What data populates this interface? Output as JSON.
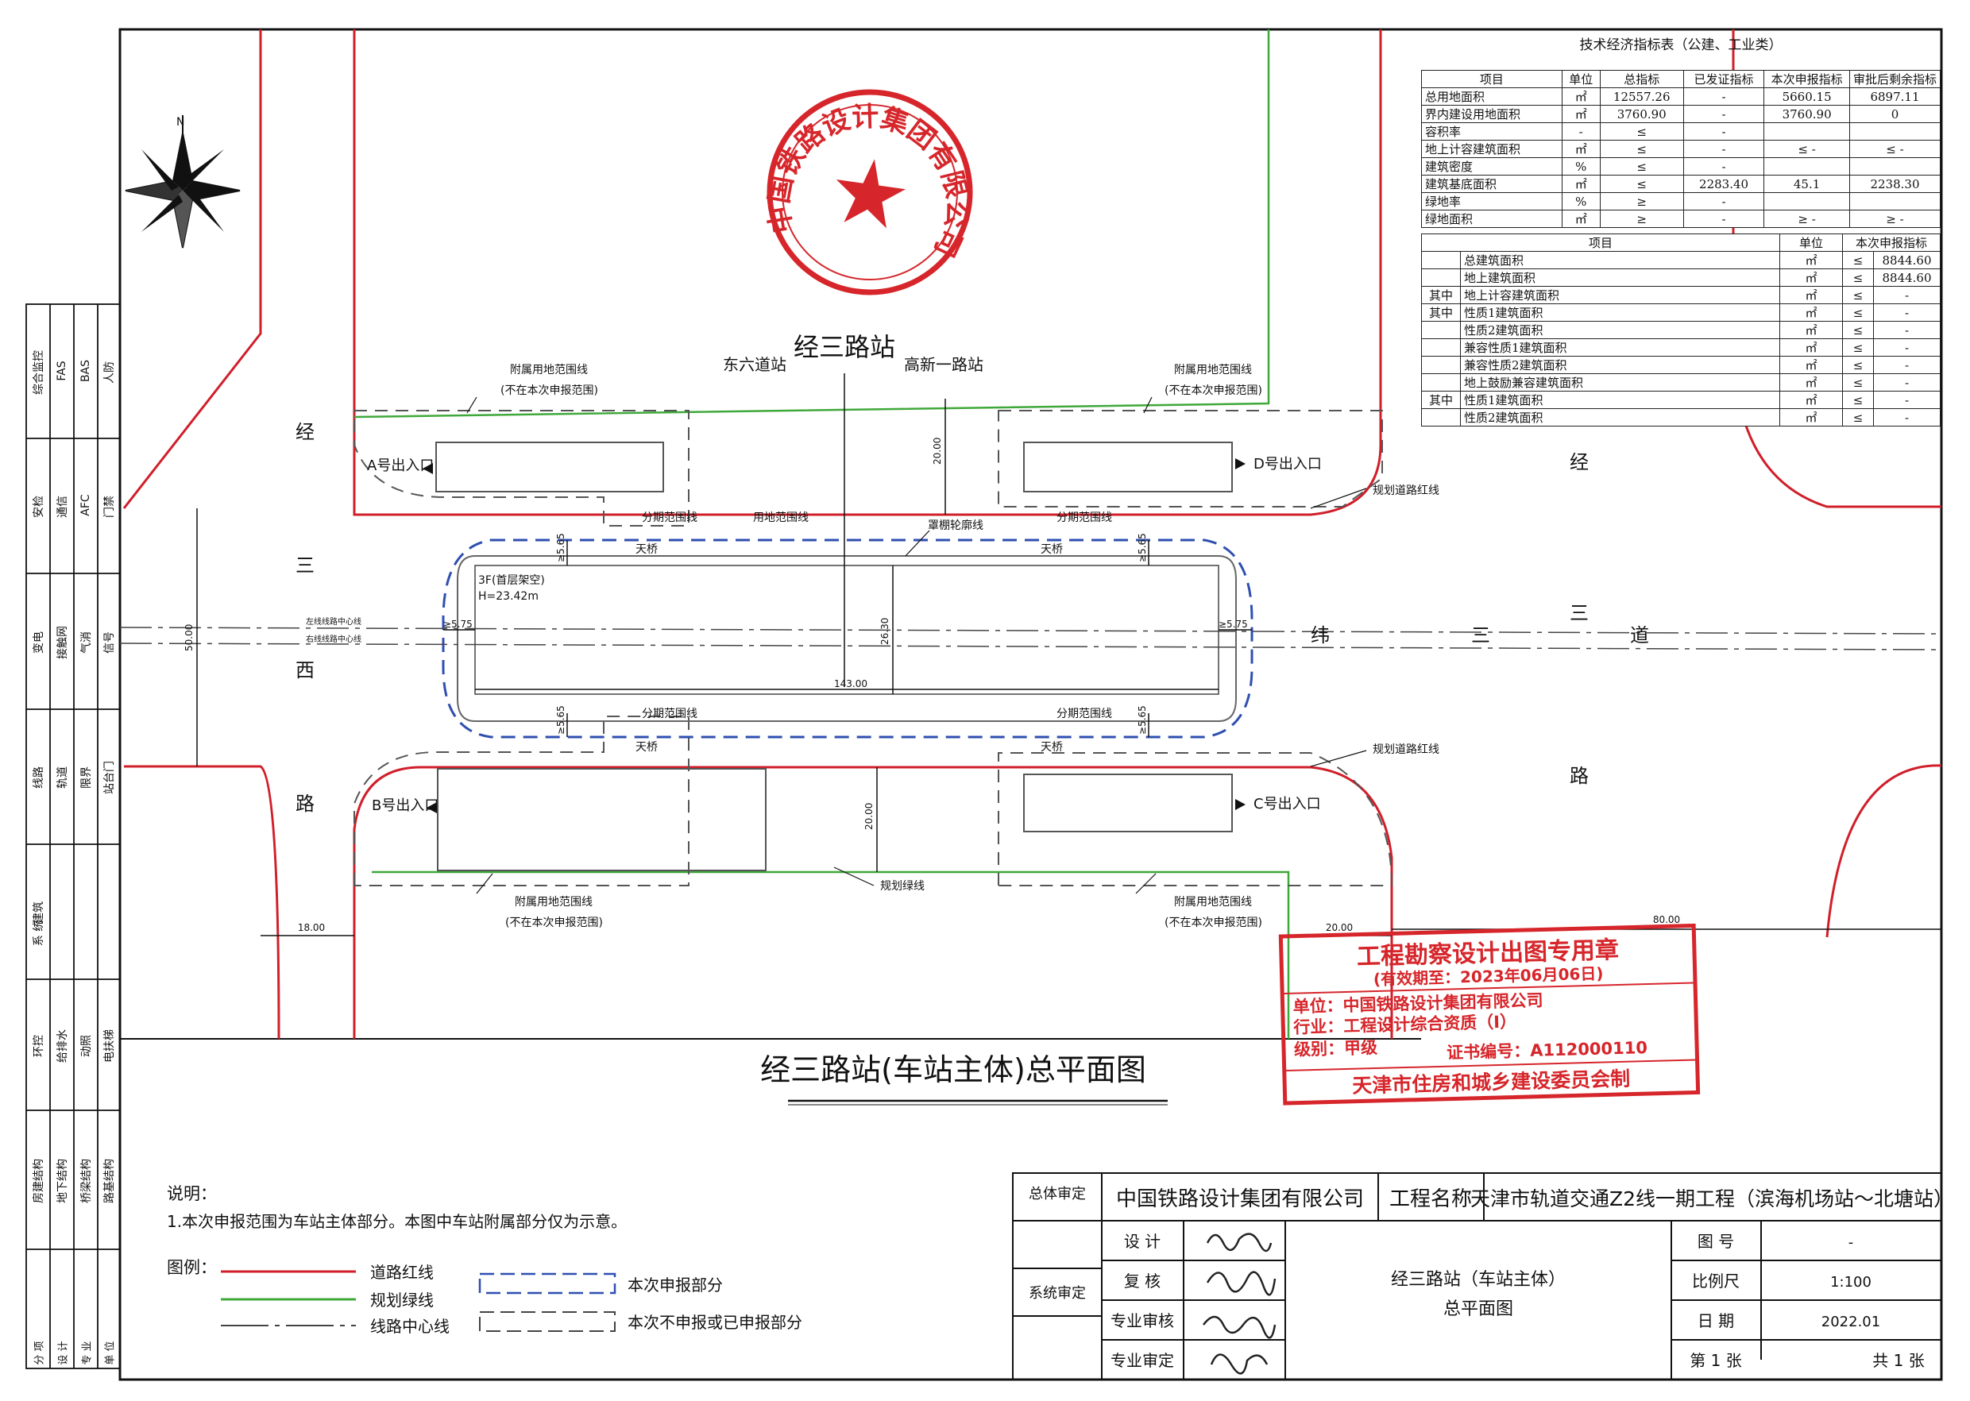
{
  "drawing": {
    "title": "经三路站(车站主体)总平面图",
    "station_name": "经三路站",
    "prev_station": "东六道站",
    "next_station": "高新一路站"
  },
  "roads": {
    "west_road_chars": [
      "经",
      "三",
      "西",
      "路"
    ],
    "east_road_chars": [
      "经",
      "三",
      "路"
    ],
    "center_road_chars": [
      "纬",
      "三",
      "道"
    ]
  },
  "labels": {
    "exit_a": "A号出入口",
    "exit_b": "B号出入口",
    "exit_c": "C号出入口",
    "exit_d": "D号出入口",
    "aux_land_line": "附属用地范围线",
    "aux_not_reported": "(不在本次申报范围)",
    "staged_fence": "分期范围线",
    "land_use_line": "用地范围线",
    "canopy_line": "罩棚轮廓线",
    "sky_bridge": "天桥",
    "planned_road_red_line": "规划道路红线",
    "planned_green_line": "规划绿线",
    "building_note_1": "3F(首层架空)",
    "building_note_2": "H=23.42m",
    "left_line_center": "左线线路中心线",
    "right_line_center": "右线线路中心线"
  },
  "dimensions": {
    "station_length": "143.00",
    "station_width": "26.30",
    "road_width_left": "50.00",
    "setback_top": "20.00",
    "setback_bottom": "20.00",
    "gap_top_left": "≥5.65",
    "gap_top_right": "≥5.65",
    "gap_bottom_left": "≥5.65",
    "gap_bottom_right": "≥5.65",
    "end_gap_left": "≥5.75",
    "end_gap_right": "≥5.75",
    "bottom_left": "18.00",
    "bottom_mid": "20.00",
    "bottom_right": "80.00"
  },
  "seal_round": {
    "text": "中国铁路设计集团有限公司"
  },
  "seal_rect": {
    "line1": "工程勘察设计出图专用章",
    "line2": "(有效期至：2023年06月06日)",
    "line3": "单位：中国铁路设计集团有限公司",
    "line4": "行业：工程设计综合资质（I）",
    "line5": "级别：甲级",
    "line6": "证书编号：A112000110",
    "line7": "天津市住房和城乡建设委员会制",
    "color": "#d6262b"
  },
  "tech_table": {
    "title": "技术经济指标表（公建、工业类）",
    "headers": [
      "项目",
      "单位",
      "总指标",
      "已发证指标",
      "本次申报指标",
      "审批后剩余指标"
    ],
    "rows": [
      [
        "总用地面积",
        "㎡",
        "12557.26",
        "-",
        "5660.15",
        "6897.11"
      ],
      [
        "界内建设用地面积",
        "㎡",
        "3760.90",
        "-",
        "3760.90",
        "0"
      ],
      [
        "容积率",
        "-",
        "≤",
        "-",
        "",
        ""
      ],
      [
        "地上计容建筑面积",
        "㎡",
        "≤",
        "-",
        "≤ -",
        "≤ -"
      ],
      [
        "建筑密度",
        "%",
        "≤",
        "-",
        "",
        ""
      ],
      [
        "建筑基底面积",
        "㎡",
        "≤",
        "2283.40",
        "45.1",
        "2238.30"
      ],
      [
        "绿地率",
        "%",
        "≥",
        "-",
        "",
        ""
      ],
      [
        "绿地面积",
        "㎡",
        "≥",
        "-",
        "≥ -",
        "≥ -"
      ]
    ],
    "sub_headers": [
      "项目",
      "单位",
      "本次申报指标"
    ],
    "sub_rows": [
      [
        "总建筑面积",
        "㎡",
        "≤",
        "8844.60"
      ],
      [
        "地上建筑面积",
        "㎡",
        "≤",
        "8844.60"
      ],
      [
        "地上计容建筑面积",
        "㎡",
        "≤",
        "-"
      ],
      [
        "性质1建筑面积",
        "㎡",
        "≤",
        "-"
      ],
      [
        "性质2建筑面积",
        "㎡",
        "≤",
        "-"
      ],
      [
        "兼容性质1建筑面积",
        "㎡",
        "≤",
        "-"
      ],
      [
        "兼容性质2建筑面积",
        "㎡",
        "≤",
        "-"
      ],
      [
        "地上鼓励兼容建筑面积",
        "㎡",
        "≤",
        "-"
      ],
      [
        "性质1建筑面积",
        "㎡",
        "≤",
        "-"
      ],
      [
        "性质2建筑面积",
        "㎡",
        "≤",
        "-"
      ]
    ],
    "qizhong": "其中"
  },
  "side_panel": {
    "rows": [
      [
        "综合监控",
        "FAS",
        "BAS",
        "人防"
      ],
      [
        "安检",
        "通信",
        "AFC",
        "门禁"
      ],
      [
        "变电",
        "接触网",
        "气消",
        "信号"
      ],
      [
        "线路",
        "轨道",
        "限界",
        "站台门"
      ],
      [
        "建筑",
        "",
        "",
        ""
      ],
      [
        "环控",
        "给排水",
        "动照",
        "电扶梯"
      ],
      [
        "房建结构",
        "地下结构",
        "桥梁结构",
        "路基结构"
      ]
    ],
    "system_label": "系  统",
    "footer": [
      "分  项",
      "设  计",
      "专  业",
      "单  位"
    ]
  },
  "notes": {
    "heading": "说明：",
    "item1": "1.本次申报范围为车站主体部分。本图中车站附属部分仅为示意。"
  },
  "legend": {
    "heading": "图例：",
    "road_red_line": "道路红线",
    "green_line": "规划绿线",
    "center_line": "线路中心线",
    "this_report": "本次申报部分",
    "not_this_report": "本次不申报或已申报部分",
    "red": "#d01f2a",
    "green": "#3fa83a",
    "blue": "#2f4fb0"
  },
  "title_block": {
    "total_review": "总体审定",
    "company": "中国铁路设计集团有限公司",
    "project_label": "工程名称",
    "project_name": "天津市轨道交通Z2线一期工程（滨海机场站～北塘站）",
    "design": "设  计",
    "check": "复  核",
    "major_review": "专业审核",
    "major_approve": "专业审定",
    "system_review": "系统审定",
    "drawing_name_1": "经三路站（车站主体）",
    "drawing_name_2": "总平面图",
    "drawing_no_label": "图  号",
    "drawing_no": "-",
    "scale_label": "比例尺",
    "scale": "1:100",
    "date_label": "日  期",
    "date": "2022.01",
    "sheet": "第 1 张",
    "total": "共 1 张"
  }
}
